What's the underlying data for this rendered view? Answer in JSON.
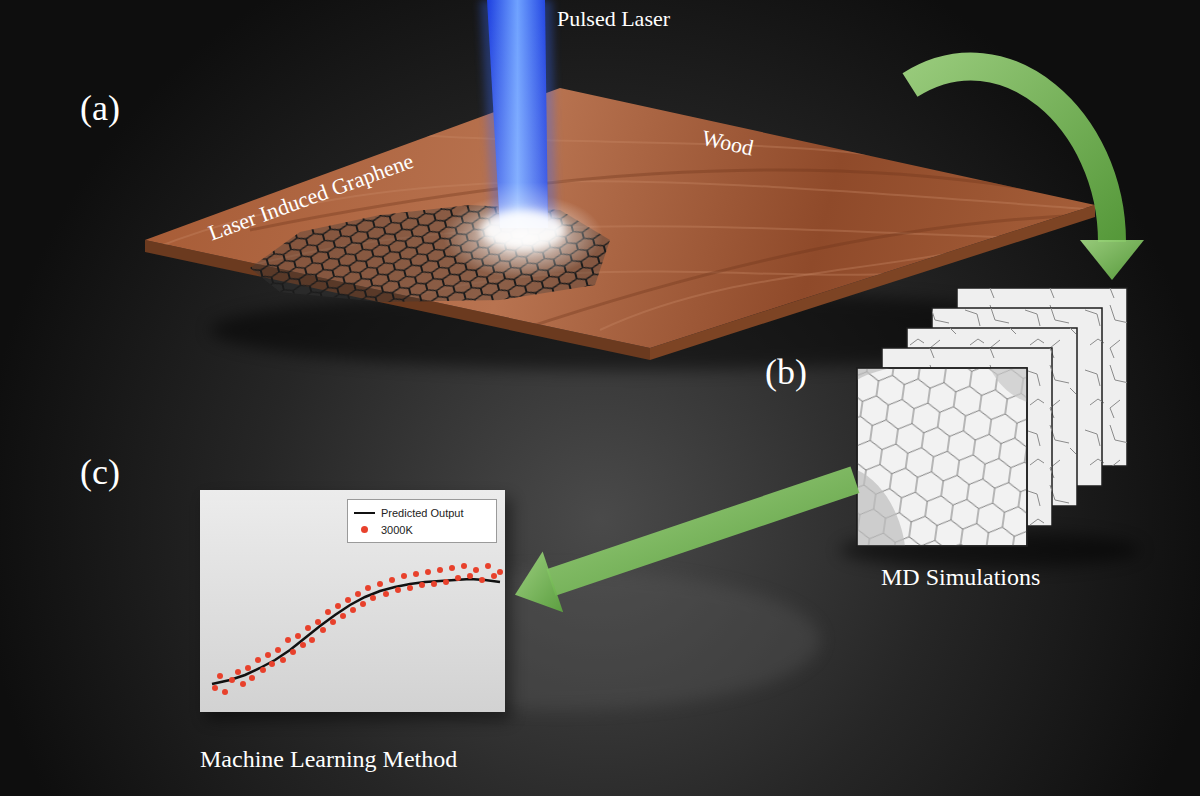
{
  "diagram": {
    "nodes": [
      {
        "text": [
          "Wood"
        ]
      },
      {
        "text": [
          "MD Simulations"
        ]
      },
      {
        "text": [
          "Machine Learning Method"
        ]
      }
    ],
    "edges": [
      {
        "from": 0,
        "to": 1,
        "arrow": "to"
      },
      {
        "from": 1,
        "to": 2,
        "arrow": "to"
      }
    ],
    "labels": [
      "Pulsed Laser",
      "(a)",
      "Laser Induced Graphene",
      "(b)",
      "(c)"
    ],
    "legend": [
      {
        "text": "Predicted Output"
      },
      {
        "text": "3000K",
        "color": "#e8412c"
      }
    ]
  }
}
